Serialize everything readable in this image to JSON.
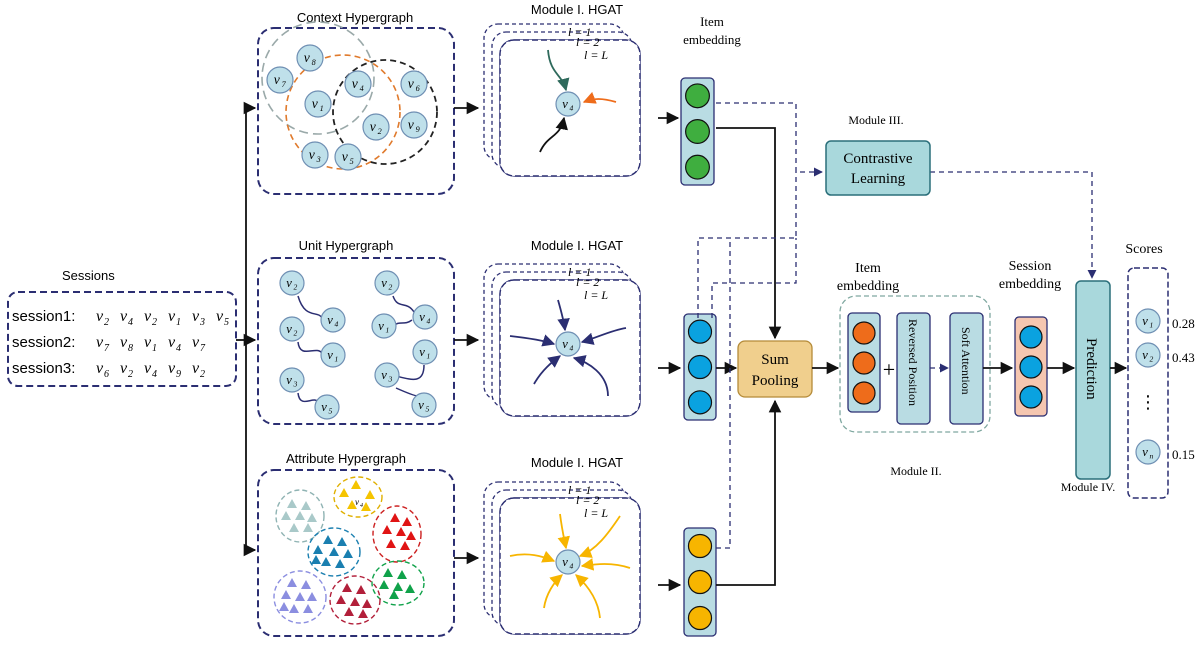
{
  "sessions": {
    "title": "Sessions",
    "rows": [
      {
        "label": "session1:",
        "items": [
          "2",
          "4",
          "2",
          "1",
          "3",
          "5"
        ]
      },
      {
        "label": "session2:",
        "items": [
          "7",
          "8",
          "1",
          "4",
          "7"
        ]
      },
      {
        "label": "session3:",
        "items": [
          "6",
          "2",
          "4",
          "9",
          "2"
        ]
      }
    ]
  },
  "hypergraphs": {
    "context": "Context Hypergraph",
    "unit": "Unit Hypergraph",
    "attribute": "Attribute Hypergraph"
  },
  "hgat": {
    "title": "Module I. HGAT",
    "layers": [
      "l = 1",
      "l = 2",
      "l = L"
    ],
    "center_node": "4"
  },
  "item_embedding": "Item embedding",
  "item_embedding_2": "Item embedding",
  "session_embedding": "Session embedding",
  "module3": {
    "title": "Module III.",
    "box": "Contrastive Learning"
  },
  "sum_pooling": "Sum Pooling",
  "module2": {
    "title": "Module II.",
    "reversed_position": "Reversed Position",
    "soft_attention": "Soft Attention",
    "plus": "+"
  },
  "module4": {
    "title": "Module IV.",
    "prediction": "Prediction"
  },
  "scores": {
    "title": "Scores",
    "items": [
      {
        "node": "1",
        "value": "0.28"
      },
      {
        "node": "2",
        "value": "0.43"
      },
      {
        "node": "n",
        "value": "0.15"
      }
    ],
    "ellipsis": "⋮"
  },
  "colors": {
    "node_fill": "#bfe0ea",
    "node_stroke": "#6f8fb3",
    "frame": "#2b2e72",
    "emb_green": "#3fae3f",
    "emb_blue": "#0aa2e0",
    "emb_orange": "#ee6c1b",
    "emb_yellow": "#f7b500",
    "emb_column": "#b9dce3",
    "session_column": "#f5c6b0",
    "sum_pooling": "#f0cf8d",
    "contrastive": "#a9d8dc",
    "prediction": "#a9d8dc"
  }
}
